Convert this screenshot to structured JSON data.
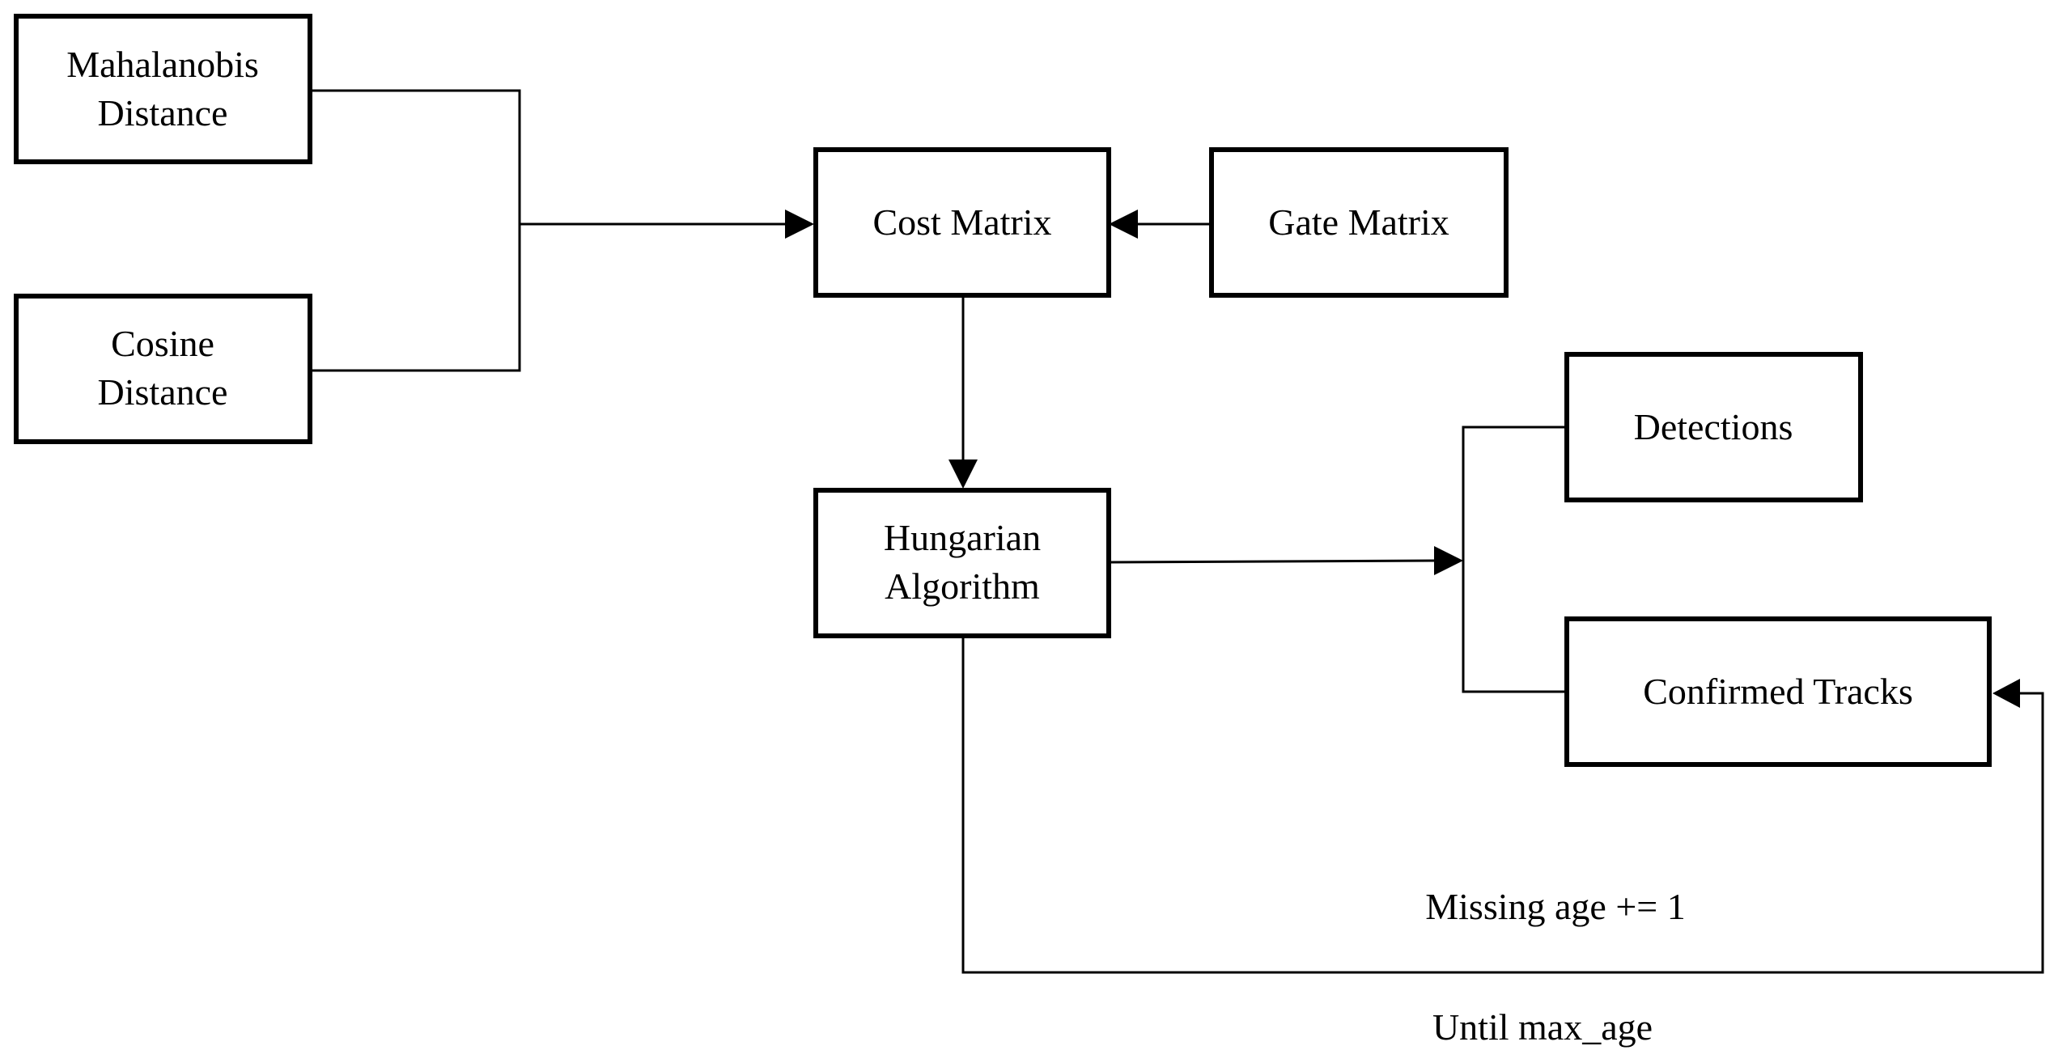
{
  "nodes": {
    "mahalanobis": {
      "lines": [
        "Mahalanobis",
        "Distance"
      ]
    },
    "cosine": {
      "lines": [
        "Cosine",
        "Distance"
      ]
    },
    "cost_matrix": {
      "lines": [
        "Cost Matrix"
      ]
    },
    "gate_matrix": {
      "lines": [
        "Gate Matrix"
      ]
    },
    "hungarian": {
      "lines": [
        "Hungarian",
        "Algorithm"
      ]
    },
    "detections": {
      "lines": [
        "Detections"
      ]
    },
    "confirmed_tracks": {
      "lines": [
        "Confirmed Tracks"
      ]
    }
  },
  "edge_labels": {
    "missing_age": "Missing age += 1",
    "until_max_age": "Until max_age"
  }
}
